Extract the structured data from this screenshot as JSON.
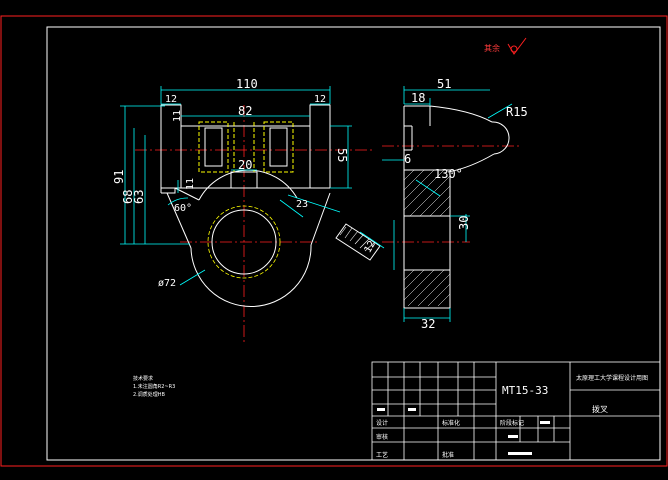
{
  "colors": {
    "background": "#000000",
    "frame": "#ff2020",
    "border": "#ffffff",
    "geometry": "#ffffff",
    "dimension": "#00ffff",
    "centerline": "#ff2020",
    "hidden": "#ffff00",
    "hatch": "#ffffff"
  },
  "surface_mark": {
    "label": "其余",
    "icon": "roughness-check-icon"
  },
  "front_view": {
    "dims": {
      "overall_width": "110",
      "left_step": "12",
      "right_step": "12",
      "inner_width": "82",
      "top_thickness": "11",
      "right_height": "55",
      "slot_width": "20",
      "lower_step": "11",
      "height_91": "91",
      "height_68": "68",
      "height_63": "63",
      "angle": "60°",
      "diameter": "ø72",
      "small_dim": "23"
    }
  },
  "side_view": {
    "dims": {
      "width_51": "51",
      "width_18": "18",
      "radius": "R15",
      "offset": "6",
      "angle": "130°",
      "height_30": "30",
      "bottom_width": "32"
    }
  },
  "section_label": "12",
  "notes": {
    "title": "技术要求",
    "lines": [
      "1.未注圆角R2~R3",
      "2.调质处理HB"
    ]
  },
  "title_block": {
    "part_code": "MT15-33",
    "school": "太原理工大学课程设计用图",
    "part_name": "拨叉",
    "label_design": "设计",
    "label_check": "审核",
    "label_process": "工艺",
    "label_standard": "标准化",
    "label_approve": "批准",
    "label_stage": "阶段标记"
  }
}
